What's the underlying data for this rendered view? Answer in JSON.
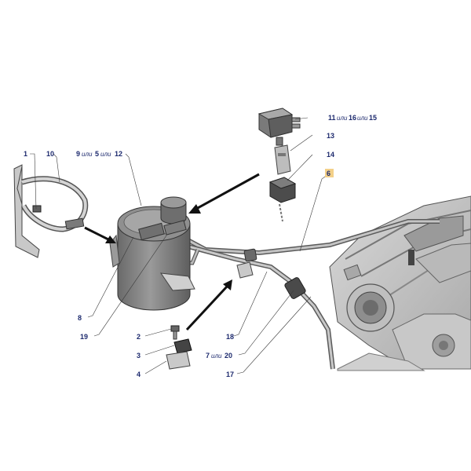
{
  "callouts": {
    "c1": "1",
    "c10": "10",
    "c9": "9",
    "c5": "5",
    "c12": "12",
    "c11": "11",
    "c16": "16",
    "c15": "15",
    "c13": "13",
    "c14": "14",
    "c6": "6",
    "c8": "8",
    "c19": "19",
    "c2": "2",
    "c3": "3",
    "c4": "4",
    "c18": "18",
    "c7": "7",
    "c20": "20",
    "c17": "17",
    "sep": "или"
  },
  "colors": {
    "label": "#1d2a6e",
    "highlight": "#f3d089",
    "part_dark": "#5b5b5b",
    "part_light": "#bdbdbd"
  }
}
